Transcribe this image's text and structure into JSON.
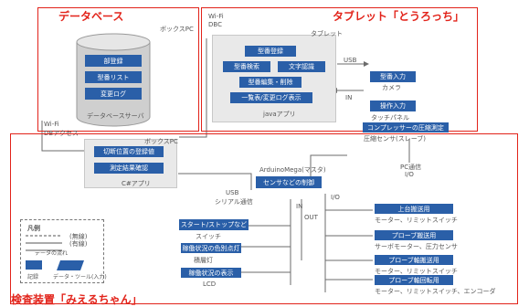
{
  "titles": {
    "database": "データベース",
    "tablet": "タブレット「とうろっち」",
    "inspection": "検査装置「みえるちゃん」"
  },
  "database": {
    "pc_label": "ボックスPC",
    "items": [
      "部登録",
      "型番リスト",
      "変更ログ"
    ],
    "server_label": "データベースサーバ",
    "wifi": "Wi-Fi",
    "db_access": "DBアクセス"
  },
  "tablet": {
    "tablet_label": "タブレット",
    "wifi_top": "Wi-Fi",
    "dbc": "DBC",
    "apps": [
      "型番登録",
      "型番検索",
      "文字認識",
      "型番編集・削除",
      "一覧表/変更ログ表示"
    ],
    "app_label": "javaアプリ",
    "usb": "USB",
    "input1": "型番入力",
    "input1_sub": "カメラ",
    "input2": "操作入力",
    "input2_sub": "タッチパネル",
    "arrow_in": "IN"
  },
  "inspection": {
    "pc_label": "ボックスPC",
    "c_items": [
      "切断位置の登録値",
      "測定結果確認"
    ],
    "c_app_label": "C#アプリ",
    "usb": "USB",
    "serial": "シリアル通信",
    "arduino": "ArduinoMega(マスタ)",
    "control": "センサなどの制御",
    "in": "IN",
    "out": "OUT",
    "io": "I/O",
    "pc_comm": "PC通信",
    "compressor": "コンプレッサーの圧縮測定",
    "compressor_sub": "圧縮センサ(スレーブ)",
    "io2": "I/O",
    "start_stop": "スタート/ストップなど",
    "start_stop_sub": "スイッチ",
    "lamp": "稼働状況の色別点灯",
    "lamp_sub": "積層灯",
    "display": "稼働状況の表示",
    "display_sub": "LCD",
    "right_units": [
      {
        "name": "上台搬送用",
        "sub": "モーター、リミットスイッチ"
      },
      {
        "name": "プローブ搬送用",
        "sub": "サーボモーター、圧力センサ"
      },
      {
        "name": "プローブ軸搬送用",
        "sub": "モーター、リミットスイッチ"
      },
      {
        "name": "プローブ軸回転用",
        "sub": "モーター、リミットスイッチ、エンコーダ"
      }
    ]
  },
  "legend": {
    "title": "凡例",
    "wired": "(無線)",
    "wireless": "(有線)",
    "data_flow": "データの流れ",
    "storage": "記録",
    "manual": "データ・ツール(入力)"
  },
  "colors": {
    "accent": "#e2231a",
    "box": "#2a5fa8",
    "panel": "#e9e9e9"
  }
}
